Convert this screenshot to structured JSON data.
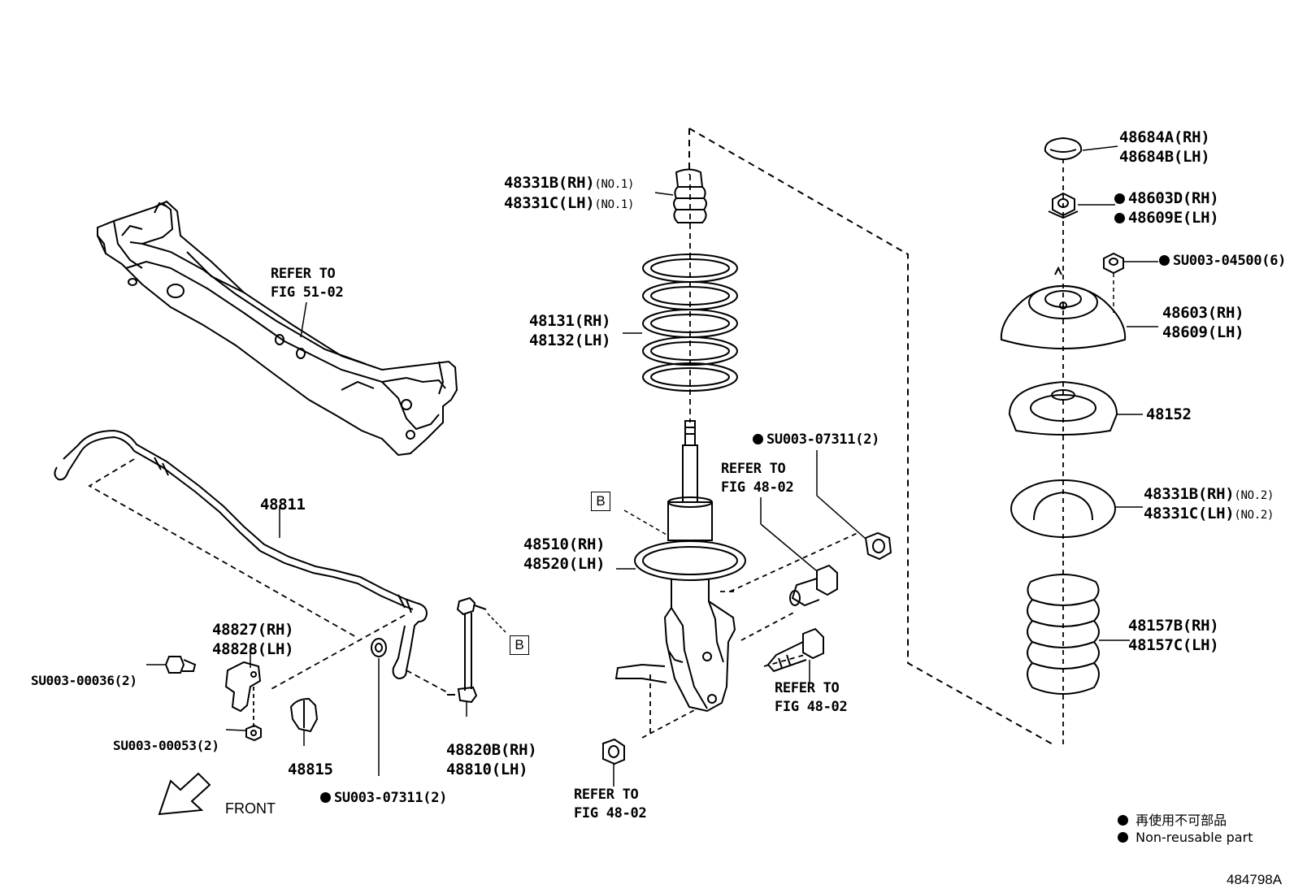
{
  "labels": {
    "p48684a": "48684A(RH)",
    "p48684b": "48684B(LH)",
    "p48603d": "48603D(RH)",
    "p48609e": "48609E(LH)",
    "su04500": "SU003-04500(6)",
    "p48603": "48603(RH)",
    "p48609": "48609(LH)",
    "p48152": "48152",
    "p48331b_no2": "48331B(RH)",
    "p48331c_no2": "48331C(LH)",
    "no2": "(NO.2)",
    "p48157b": "48157B(RH)",
    "p48157c": "48157C(LH)",
    "p48331b_no1": "48331B(RH)",
    "p48331c_no1": "48331C(LH)",
    "no1": "(NO.1)",
    "p48131": "48131(RH)",
    "p48132": "48132(LH)",
    "p48510": "48510(RH)",
    "p48520": "48520(LH)",
    "su07311_a": "SU003-07311(2)",
    "su07311_b": "SU003-07311(2)",
    "refer_to": "REFER TO",
    "fig4802": "FIG 48-02",
    "fig5102": "FIG 51-02",
    "p48811": "48811",
    "p48827": "48827(RH)",
    "p48828": "48828(LH)",
    "su00036": "SU003-00036(2)",
    "su00053": "SU003-00053(2)",
    "p48815": "48815",
    "p48820b": "48820B(RH)",
    "p48810": "48810(LH)",
    "box_b": "B",
    "front": "FRONT"
  },
  "legend": {
    "line1": "再使用不可部品",
    "line2": "Non-reusable part"
  },
  "figure_number": "484798A",
  "colors": {
    "ink": "#000000",
    "paper": "#ffffff"
  }
}
